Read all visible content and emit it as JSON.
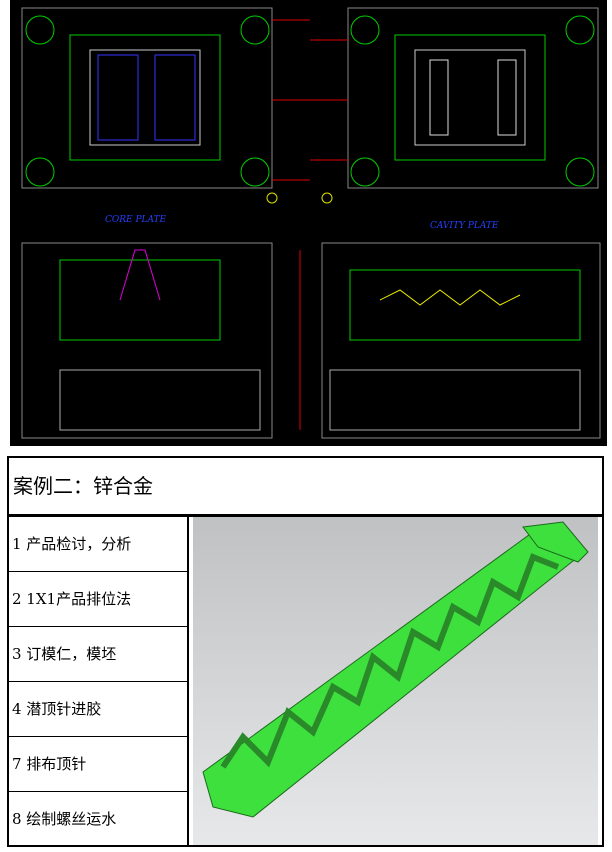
{
  "drawing": {
    "core_label": "CORE PLATE",
    "cavity_label": "CAVITY PLATE"
  },
  "case_title": "案例二：锌合金",
  "steps": [
    "1 产品检讨，分析",
    "2 1X1产品排位法",
    "3 订模仁，模坯",
    "4 潜顶针进胶",
    "7 排布顶针",
    "8 绘制螺丝运水"
  ]
}
